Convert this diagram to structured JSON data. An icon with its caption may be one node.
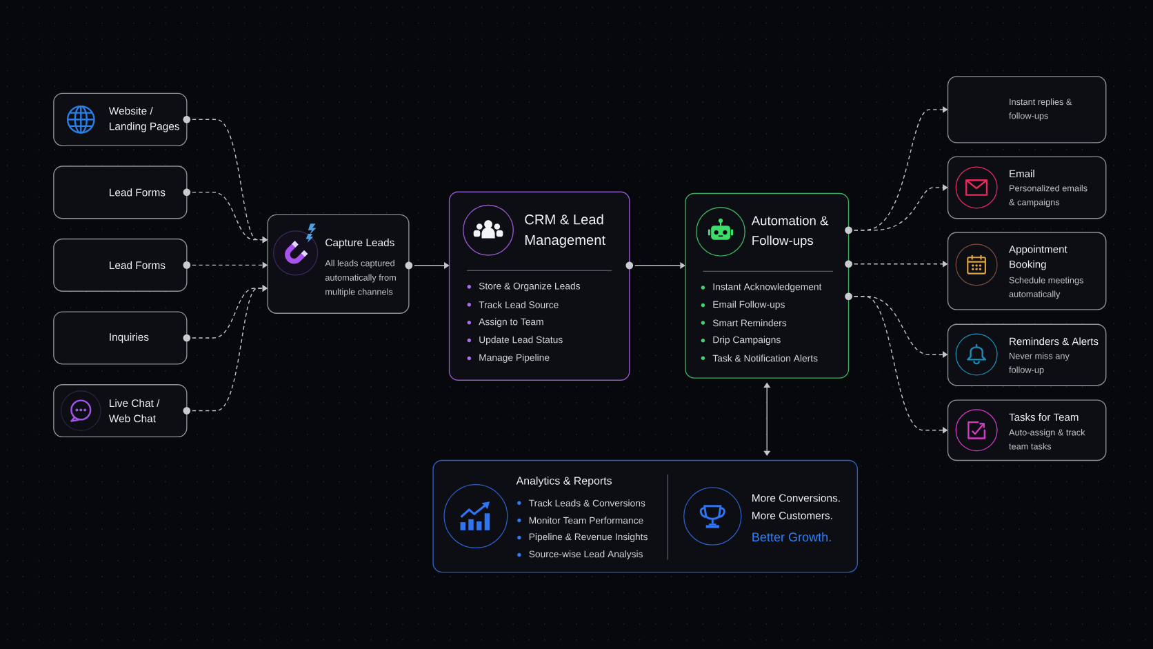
{
  "diagram": {
    "nodes": [
      {
        "text": [
          "Website / Landing Pages"
        ]
      },
      {
        "text": [
          "Lead Forms"
        ]
      },
      {
        "text": [
          "Lead Forms"
        ]
      },
      {
        "text": [
          "Inquiries"
        ]
      },
      {
        "text": [
          "Live Chat / Web Chat"
        ]
      },
      {
        "text": [
          "Capture Leads",
          "All leads captured automatically from multiple channels"
        ]
      },
      {
        "text": [
          "CRM & Lead Management",
          "Store & Organize Leads",
          "Track Lead Source",
          "Assign to Team",
          "Update Lead Status",
          "Manage Pipeline"
        ]
      },
      {
        "text": [
          "Automation & Follow-ups",
          "Instant Acknowledgement",
          "Email Follow-ups",
          "Smart Reminders",
          "Drip Campaigns",
          "Task & Notification Alerts"
        ]
      },
      {
        "text": [
          "Instant replies & follow-ups"
        ]
      },
      {
        "text": [
          "Email",
          "Personalized emails & campaigns"
        ]
      },
      {
        "text": [
          "Appointment Booking",
          "Schedule meetings automatically"
        ]
      },
      {
        "text": [
          "Reminders & Alerts",
          "Never miss any follow-up"
        ]
      },
      {
        "text": [
          "Tasks for Team",
          "Auto-assign & track team tasks"
        ]
      },
      {
        "text": [
          "Analytics & Reports",
          "Track Leads & Conversions",
          "Monitor Team Performance",
          "Pipeline & Revenue Insights",
          "Source-wise Lead Analysis",
          "More Conversions.",
          "More Customers.",
          "Better Growth."
        ]
      }
    ],
    "edges": [
      {
        "from": 0,
        "to": 5,
        "arrow": "to",
        "style": "dashed"
      },
      {
        "from": 1,
        "to": 5,
        "arrow": "to",
        "style": "dashed"
      },
      {
        "from": 2,
        "to": 5,
        "arrow": "to",
        "style": "dashed"
      },
      {
        "from": 3,
        "to": 5,
        "arrow": "to",
        "style": "dashed"
      },
      {
        "from": 4,
        "to": 5,
        "arrow": "to",
        "style": "dashed"
      },
      {
        "from": 5,
        "to": 6,
        "arrow": "to"
      },
      {
        "from": 6,
        "to": 7,
        "arrow": "to"
      },
      {
        "from": 7,
        "to": 8,
        "arrow": "to",
        "style": "dashed"
      },
      {
        "from": 7,
        "to": 9,
        "arrow": "to",
        "style": "dashed"
      },
      {
        "from": 7,
        "to": 10,
        "arrow": "to",
        "style": "dashed"
      },
      {
        "from": 7,
        "to": 11,
        "arrow": "to",
        "style": "dashed"
      },
      {
        "from": 7,
        "to": 12,
        "arrow": "to",
        "style": "dashed"
      },
      {
        "from": 7,
        "to": 13,
        "arrow": "both"
      }
    ]
  }
}
